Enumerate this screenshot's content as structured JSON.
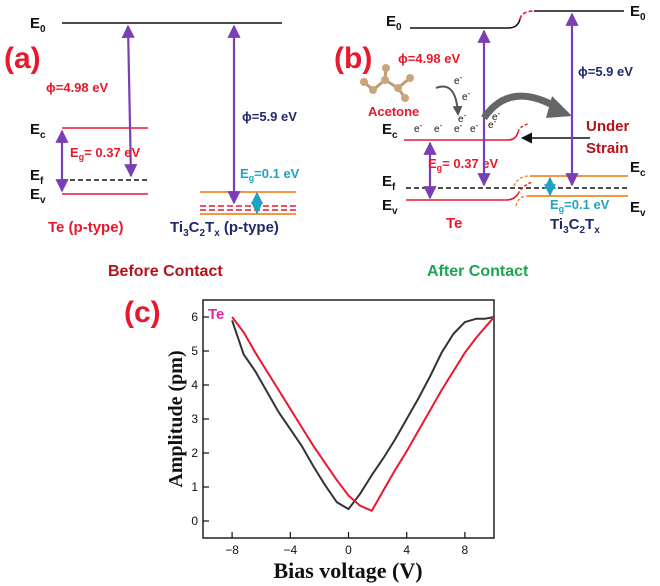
{
  "colors": {
    "red": "#e8192c",
    "navy": "#1f2a6b",
    "purple": "#7a3fb5",
    "orange": "#f08a24",
    "cyan": "#1fa3c2",
    "black": "#111111",
    "darkred": "#b5121b",
    "green": "#1aa650",
    "magenta": "#e0289b",
    "gray": "#555555"
  },
  "panel_a": {
    "label": "(a)",
    "e0": {
      "main": "E",
      "sub": "0"
    },
    "phi_te": "ϕ=4.98 eV",
    "phi_ti": "ϕ=5.9 eV",
    "ec": {
      "main": "E",
      "sub": "c"
    },
    "ef": {
      "main": "E",
      "sub": "f"
    },
    "ev": {
      "main": "E",
      "sub": "v"
    },
    "eg_te": {
      "main": "E",
      "sub": "g",
      "rest": "= 0.37 eV"
    },
    "eg_ti": {
      "main": "E",
      "sub": "g",
      "rest": "=0.1 eV"
    },
    "te_caption": "Te (p-type)",
    "ti_caption": {
      "a": "Ti",
      "b": "3",
      "c": "C",
      "d": "2",
      "e": "T",
      "f": "x",
      "g": " (p-type)"
    },
    "footer": "Before Contact"
  },
  "panel_b": {
    "label": "(b)",
    "e0_left": {
      "main": "E",
      "sub": "0"
    },
    "e0_right": {
      "main": "E",
      "sub": "0"
    },
    "phi_te": "ϕ=4.98 eV",
    "phi_ti": "ϕ=5.9 eV",
    "acetone": "Acetone",
    "electron": {
      "main": "e",
      "sup": "-"
    },
    "under_strain": [
      "Under",
      "Strain"
    ],
    "ec_left": {
      "main": "E",
      "sub": "c"
    },
    "ec_right": {
      "main": "E",
      "sub": "c"
    },
    "ef": {
      "main": "E",
      "sub": "f"
    },
    "ev_left": {
      "main": "E",
      "sub": "v"
    },
    "ev_right": {
      "main": "E",
      "sub": "v"
    },
    "eg_te": {
      "main": "E",
      "sub": "g",
      "rest": "= 0.37 eV"
    },
    "eg_ti": {
      "main": "E",
      "sub": "g",
      "rest": "=0.1 eV"
    },
    "te_caption": "Te",
    "ti_caption": {
      "a": "Ti",
      "b": "3",
      "c": "C",
      "d": "2",
      "e": "T",
      "f": "x"
    },
    "footer": "After Contact"
  },
  "panel_c": {
    "label": "(c)",
    "chart_data": {
      "type": "line",
      "title": "",
      "annotation": "Te",
      "xlabel": "Bias voltage (V)",
      "ylabel": "Amplitude (pm)",
      "xlim": [
        -10,
        10
      ],
      "ylim": [
        -0.5,
        6.5
      ],
      "xticks": [
        -8,
        -4,
        0,
        4,
        8
      ],
      "yticks": [
        0,
        1,
        2,
        3,
        4,
        5,
        6
      ],
      "grid": false,
      "series": [
        {
          "color": "#333333",
          "x": [
            -8,
            -7.2,
            -6.4,
            -5.6,
            -4.8,
            -4,
            -3.2,
            -2.4,
            -1.6,
            -0.8,
            0,
            0.8,
            1.6,
            2.4,
            3.2,
            4,
            4.8,
            5.6,
            6.4,
            7.2,
            8,
            8.8,
            9.4,
            10
          ],
          "y": [
            5.9,
            4.9,
            4.4,
            3.8,
            3.2,
            2.7,
            2.2,
            1.6,
            1.05,
            0.55,
            0.35,
            0.8,
            1.35,
            1.85,
            2.4,
            3.0,
            3.6,
            4.25,
            4.95,
            5.5,
            5.85,
            5.95,
            5.95,
            6.0
          ]
        },
        {
          "color": "#e8192c",
          "x": [
            -8,
            -7.2,
            -6.4,
            -5.6,
            -4.8,
            -4,
            -3.2,
            -2.4,
            -1.6,
            -0.8,
            0,
            0.8,
            1.6,
            2.4,
            3.2,
            4,
            4.8,
            5.6,
            6.4,
            7.2,
            8,
            8.8,
            9.4,
            10
          ],
          "y": [
            6.0,
            5.55,
            4.95,
            4.4,
            3.85,
            3.3,
            2.75,
            2.2,
            1.7,
            1.2,
            0.75,
            0.45,
            0.3,
            0.9,
            1.5,
            2.05,
            2.65,
            3.25,
            3.85,
            4.4,
            4.95,
            5.4,
            5.7,
            6.0
          ]
        }
      ]
    }
  }
}
